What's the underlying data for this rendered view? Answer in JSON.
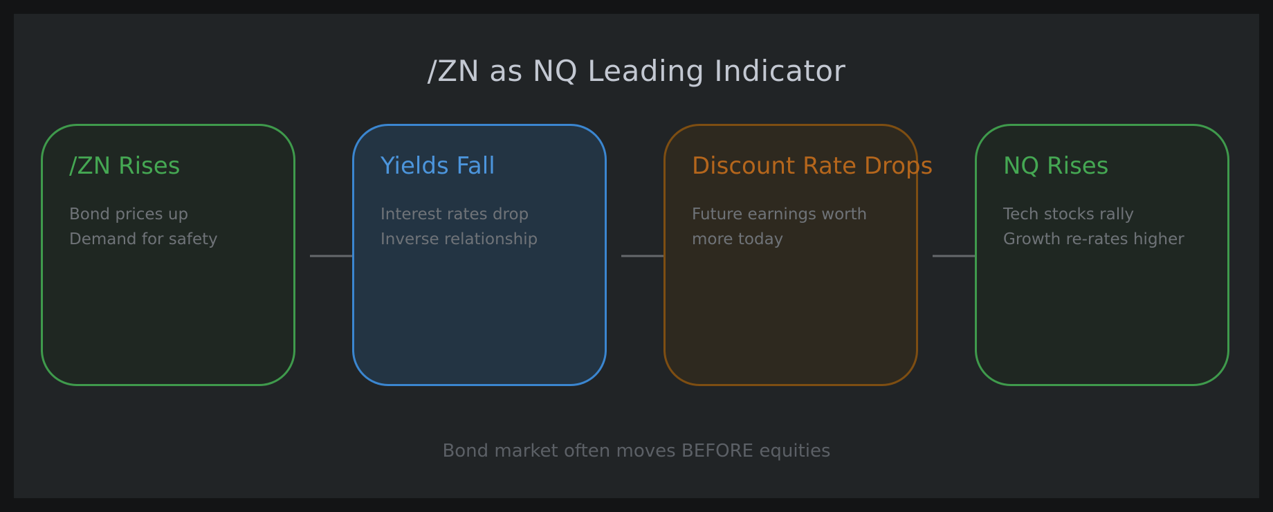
{
  "diagram": {
    "title": "/ZN as NQ Leading Indicator",
    "steps": [
      {
        "heading": "/ZN Rises",
        "lines": [
          "Bond prices up",
          "Demand for safety"
        ],
        "color": "#3f9a4c"
      },
      {
        "heading": "Yields Fall",
        "lines": [
          "Interest rates drop",
          "Inverse relationship"
        ],
        "color": "#3b86d0"
      },
      {
        "heading": "Discount Rate Drops",
        "lines": [
          "Future earnings worth",
          "more today"
        ],
        "color": "#7e4e12"
      },
      {
        "heading": "NQ Rises",
        "lines": [
          "Tech stocks rally",
          "Growth re-rates higher"
        ],
        "color": "#3f9a4c"
      }
    ],
    "footnote": "Bond market often moves BEFORE equities",
    "colors": {
      "background": "#212426",
      "frame": "#131415",
      "title": "#c3c8d2",
      "arrow": "#65686c",
      "body_text": "#6f7378"
    }
  }
}
